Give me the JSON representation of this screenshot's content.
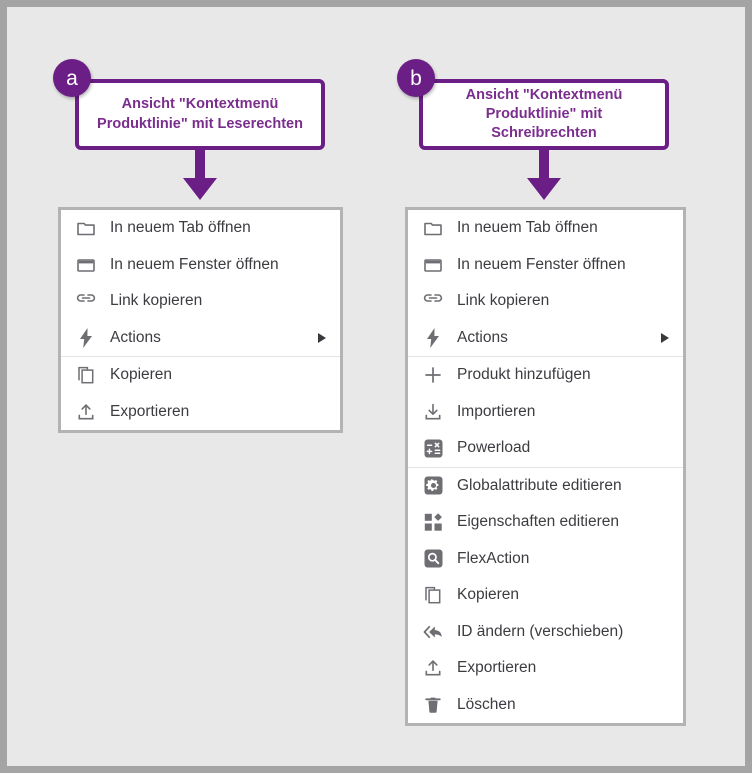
{
  "figure": {
    "background_color": "#e8e8e8",
    "frame_border_color": "#a4a4a4",
    "accent_color": "#6B1F86",
    "callout_text_color": "#7B2D8E",
    "menu_text_color": "#3c3c41"
  },
  "callouts": [
    {
      "badge": "a",
      "text": "Ansicht \"Kontextmenü Produktlinie\" mit Leserechten"
    },
    {
      "badge": "b",
      "text": "Ansicht \"Kontextmenü Produktlinie\" mit Schreibrechten"
    }
  ],
  "menus": [
    {
      "id": "read-permissions-menu",
      "items": [
        {
          "label": "In neuem Tab öffnen",
          "icon": "new-tab-icon",
          "submenu": false,
          "divider_after": false
        },
        {
          "label": "In neuem Fenster öffnen",
          "icon": "new-window-icon",
          "submenu": false,
          "divider_after": false
        },
        {
          "label": "Link kopieren",
          "icon": "link-icon",
          "submenu": false,
          "divider_after": false
        },
        {
          "label": "Actions",
          "icon": "lightning-icon",
          "submenu": true,
          "divider_after": true
        },
        {
          "label": "Kopieren",
          "icon": "copy-icon",
          "submenu": false,
          "divider_after": false
        },
        {
          "label": "Exportieren",
          "icon": "export-icon",
          "submenu": false,
          "divider_after": false
        }
      ]
    },
    {
      "id": "write-permissions-menu",
      "items": [
        {
          "label": "In neuem Tab öffnen",
          "icon": "new-tab-icon",
          "submenu": false,
          "divider_after": false
        },
        {
          "label": "In neuem Fenster öffnen",
          "icon": "new-window-icon",
          "submenu": false,
          "divider_after": false
        },
        {
          "label": "Link kopieren",
          "icon": "link-icon",
          "submenu": false,
          "divider_after": false
        },
        {
          "label": "Actions",
          "icon": "lightning-icon",
          "submenu": true,
          "divider_after": true
        },
        {
          "label": "Produkt hinzufügen",
          "icon": "plus-icon",
          "submenu": false,
          "divider_after": false
        },
        {
          "label": "Importieren",
          "icon": "import-icon",
          "submenu": false,
          "divider_after": false
        },
        {
          "label": "Powerload",
          "icon": "calculator-icon",
          "submenu": false,
          "divider_after": true
        },
        {
          "label": "Globalattribute editieren",
          "icon": "gear-icon",
          "submenu": false,
          "divider_after": false
        },
        {
          "label": "Eigenschaften editieren",
          "icon": "properties-icon",
          "submenu": false,
          "divider_after": false
        },
        {
          "label": "FlexAction",
          "icon": "search-box-icon",
          "submenu": false,
          "divider_after": false
        },
        {
          "label": "Kopieren",
          "icon": "copy-icon",
          "submenu": false,
          "divider_after": false
        },
        {
          "label": "ID ändern (verschieben)",
          "icon": "move-back-icon",
          "submenu": false,
          "divider_after": false
        },
        {
          "label": "Exportieren",
          "icon": "export-icon",
          "submenu": false,
          "divider_after": false
        },
        {
          "label": "Löschen",
          "icon": "trash-icon",
          "submenu": false,
          "divider_after": false
        }
      ]
    }
  ]
}
